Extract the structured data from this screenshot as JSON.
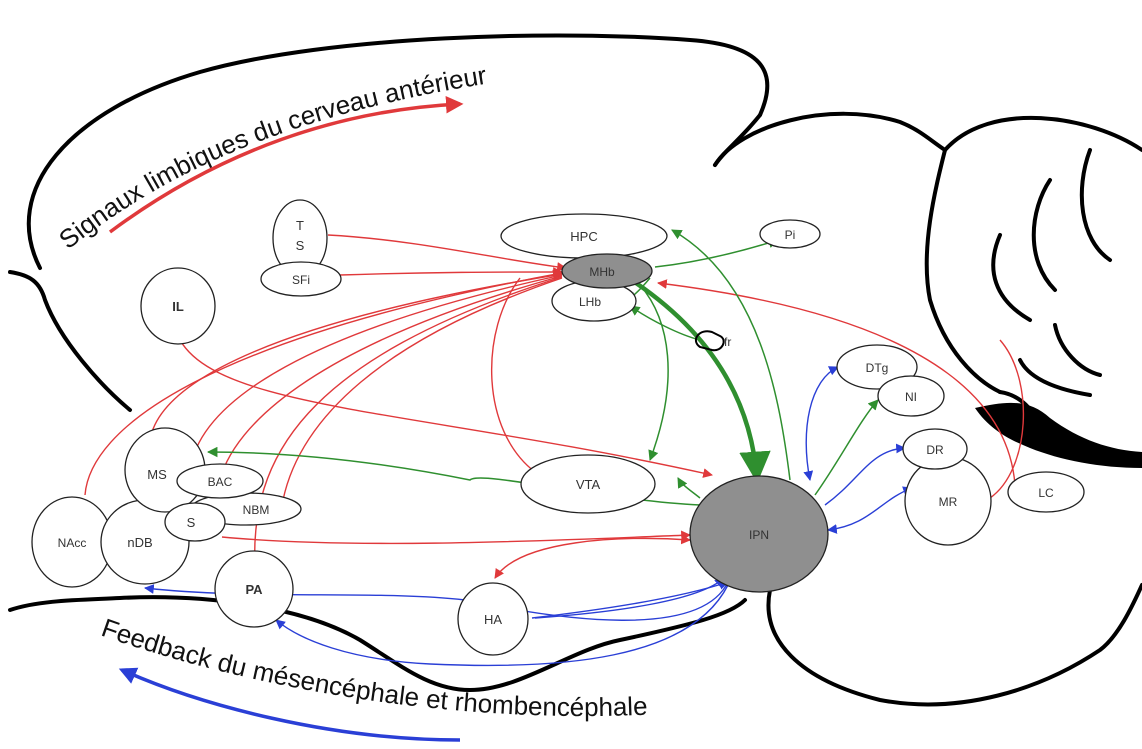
{
  "captions": {
    "top": "Signaux limbiques du cerveau antérieur",
    "bottom": "Feedback du mésencéphale et rhombencéphale"
  },
  "colors": {
    "forebrain_signals": "#e0393b",
    "feedback": "#2a3fd6",
    "habenula_outputs": "#2f8f2f",
    "hub_fill": "#8f8f8f"
  },
  "nodes": {
    "ts_t": "T",
    "ts_s": "S",
    "sfi": "SFi",
    "il": "IL",
    "hpc": "HPC",
    "pi": "Pi",
    "mhb": "MHb",
    "lhb": "LHb",
    "fr": "fr",
    "dtg": "DTg",
    "ni": "NI",
    "dr": "DR",
    "mr": "MR",
    "lc": "LC",
    "ms": "MS",
    "bac": "BAC",
    "nbm": "NBM",
    "s": "S",
    "nacc": "NAcc",
    "ndb": "nDB",
    "pa": "PA",
    "ha": "HA",
    "vta": "VTA",
    "ipn": "IPN"
  }
}
